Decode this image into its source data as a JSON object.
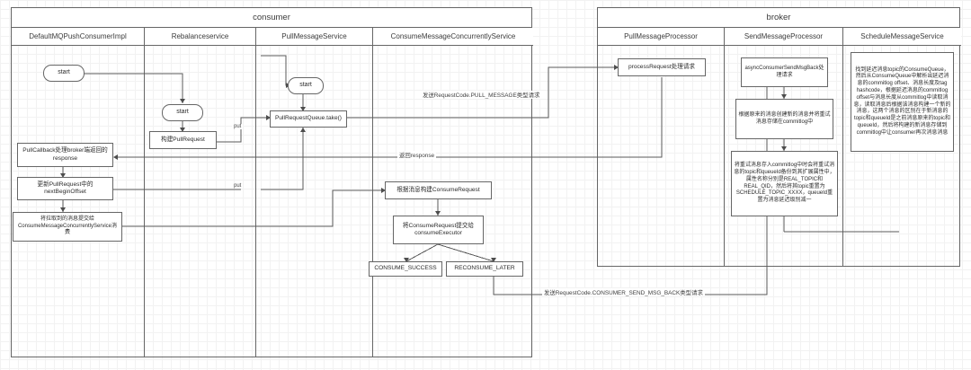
{
  "pools": [
    {
      "id": "consumer",
      "title": "consumer",
      "lanes": [
        {
          "id": "default-mq-push-consumer-impl",
          "title": "DefaultMQPushConsumerImpl"
        },
        {
          "id": "rebalance-service",
          "title": "Rebalanceservice"
        },
        {
          "id": "pull-message-service",
          "title": "PullMessageService"
        },
        {
          "id": "consume-message-concurrently-service",
          "title": "ConsumeMessageConcurrentlyService"
        }
      ]
    },
    {
      "id": "broker",
      "title": "broker",
      "lanes": [
        {
          "id": "pull-message-processor",
          "title": "PullMessageProcessor"
        },
        {
          "id": "send-message-processor",
          "title": "SendMessageProcessor"
        },
        {
          "id": "schedule-message-service",
          "title": "ScheduleMessageService"
        }
      ]
    }
  ],
  "nodes": {
    "start_consumer": "start",
    "start_rebalance": "start",
    "build_pull_request": "构建PullRequest",
    "start_pull_message_service": "start",
    "pull_request_queue_take": "PullRequestQueue.take()",
    "pull_callback": "PullCallback处理broker端返回的response",
    "update_next_begin_offset": "更新PullRequest中的nextBeginOffset",
    "submit_to_consume_service": "将拉取到的消息提交给ConsumeMessageConcurrentlyService消费",
    "build_consume_request": "根据消息构建ConsumeRequest",
    "submit_consume_executor": "将ConsumeRequest提交给consumeExecutor",
    "consume_success": "CONSUME_SUCCESS",
    "reconsume_later": "RECONSUME_LATER",
    "process_request": "processRequest处理请求",
    "async_consumer_send_msg_back": "asyncConsumerSendMsgBack处理请求",
    "create_new_message": "根据原来的消息创建新的消息并将重试消息存储在commitlog中",
    "retry_topic_note": "将重试消息存入commitlog中时会将重试消息的topic和queueId备份到其扩展属性中，属性名称分别是REAL_TOPIC和REAL_QID，然后将其topic重置为SCHEDULE_TOPIC_XXXX，queueId重置为消息延迟级别减一",
    "schedule_note": "找到延迟消息topic的ConsumeQueue，然后从ConsumeQueue中解析出延迟消息的commitlog offset、消息长度及tag hashcode，根据延迟消息的commitlog offset与消息长度从commitlog中读取消息，读取消息后根据该消息构建一个新的消息，这两个消息的区别在于新消息的topic和queueId是之前消息原来的topic和queueId，然后将构建的新消息存储到commitlog中让consumer再次消息消息"
  },
  "edge_labels": {
    "put_top": "put",
    "put_bottom": "put",
    "pull_message_request": "发送RequestCode.PULL_MESSAGE类型请求",
    "return_response": "返回response",
    "send_msg_back_request": "发送RequestCode.CONSUMER_SEND_MSG_BACK类型请求"
  },
  "colors": {
    "border": "#666666",
    "node_border": "#666666",
    "edge": "#5a5a5a",
    "text": "#2b2b2b",
    "background": "#ffffff",
    "grid_minor": "#f2f2f2",
    "grid_major": "#e6e6e6"
  }
}
